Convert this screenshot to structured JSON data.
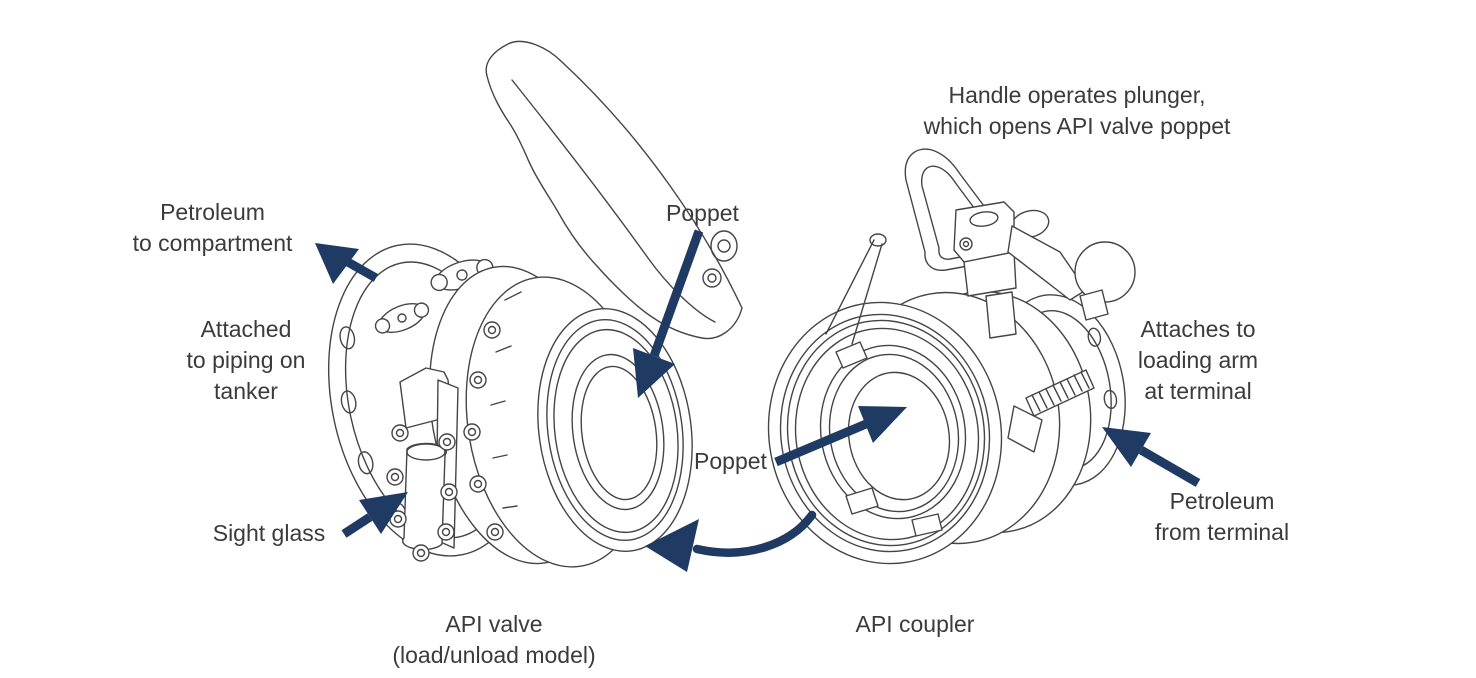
{
  "diagram": {
    "colors": {
      "background": "#ffffff",
      "arrow": "#1f3a63",
      "outline": "#454545",
      "label_text": "#3b3b3b"
    },
    "labels": {
      "handle_note": [
        "Handle operates plunger,",
        "which opens API valve poppet"
      ],
      "petroleum_to_compartment": [
        "Petroleum",
        "to compartment"
      ],
      "attached_to_piping": [
        "Attached",
        "to piping on",
        "tanker"
      ],
      "poppet_valve": "Poppet",
      "sight_glass": "Sight glass",
      "caption_api_valve": [
        "API valve",
        "(load/unload model)"
      ],
      "poppet_coupler": "Poppet",
      "caption_api_coupler": "API coupler",
      "attaches_to_loading_arm": [
        "Attaches to",
        "loading arm",
        "at terminal"
      ],
      "petroleum_from_terminal": [
        "Petroleum",
        "from terminal"
      ]
    }
  }
}
